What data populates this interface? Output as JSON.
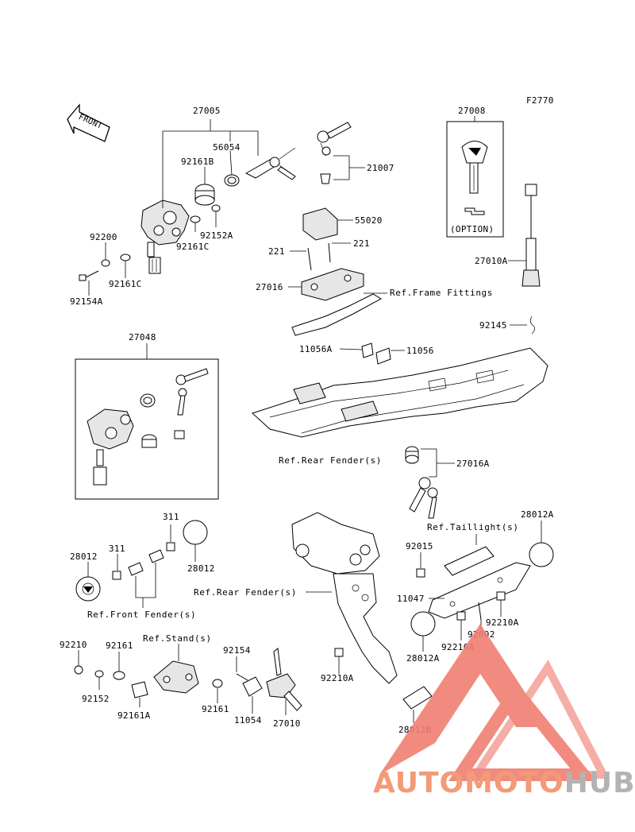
{
  "diagram_code": "F2770",
  "front_label": "FRONT",
  "option_label": "(OPTION)",
  "labels": {
    "p27005": "27005",
    "p56054": "56054",
    "p92161B": "92161B",
    "p92152A": "92152A",
    "p92161C_a": "92161C",
    "p92200": "92200",
    "p92161C_b": "92161C",
    "p92154A": "92154A",
    "p21007": "21007",
    "p55020": "55020",
    "p221_a": "221",
    "p221_b": "221",
    "p27016": "27016",
    "p27008": "27008",
    "p27010A": "27010A",
    "p92145": "92145",
    "p11056A": "11056A",
    "p11056": "11056",
    "p27048": "27048",
    "p27016A": "27016A",
    "p311_a": "311",
    "p311_b": "311",
    "p28012_a": "28012",
    "p28012_b": "28012",
    "p28012A_a": "28012A",
    "p28012A_b": "28012A",
    "p92015": "92015",
    "p11047": "11047",
    "p92210A_a": "92210A",
    "p92210A_b": "92210A",
    "p92002": "92002",
    "p92210A_c": "92210A",
    "p28012B": "28012B",
    "p92210": "92210",
    "p92161": "92161",
    "p92152": "92152",
    "p92161A": "92161A",
    "p92154": "92154",
    "p92161_b": "92161",
    "p11054": "11054",
    "p27010": "27010"
  },
  "refs": {
    "frame_fittings": "Ref.Frame Fittings",
    "rear_fender_1": "Ref.Rear Fender(s)",
    "taillight": "Ref.Taillight(s)",
    "rear_fender_2": "Ref.Rear Fender(s)",
    "front_fender": "Ref.Front Fender(s)",
    "stand": "Ref.Stand(s)"
  },
  "watermark": {
    "part1": "AUTOMOTO",
    "part2": "HUB",
    "color_accent": "#f39a78",
    "color_gray": "#b3b3b3"
  }
}
